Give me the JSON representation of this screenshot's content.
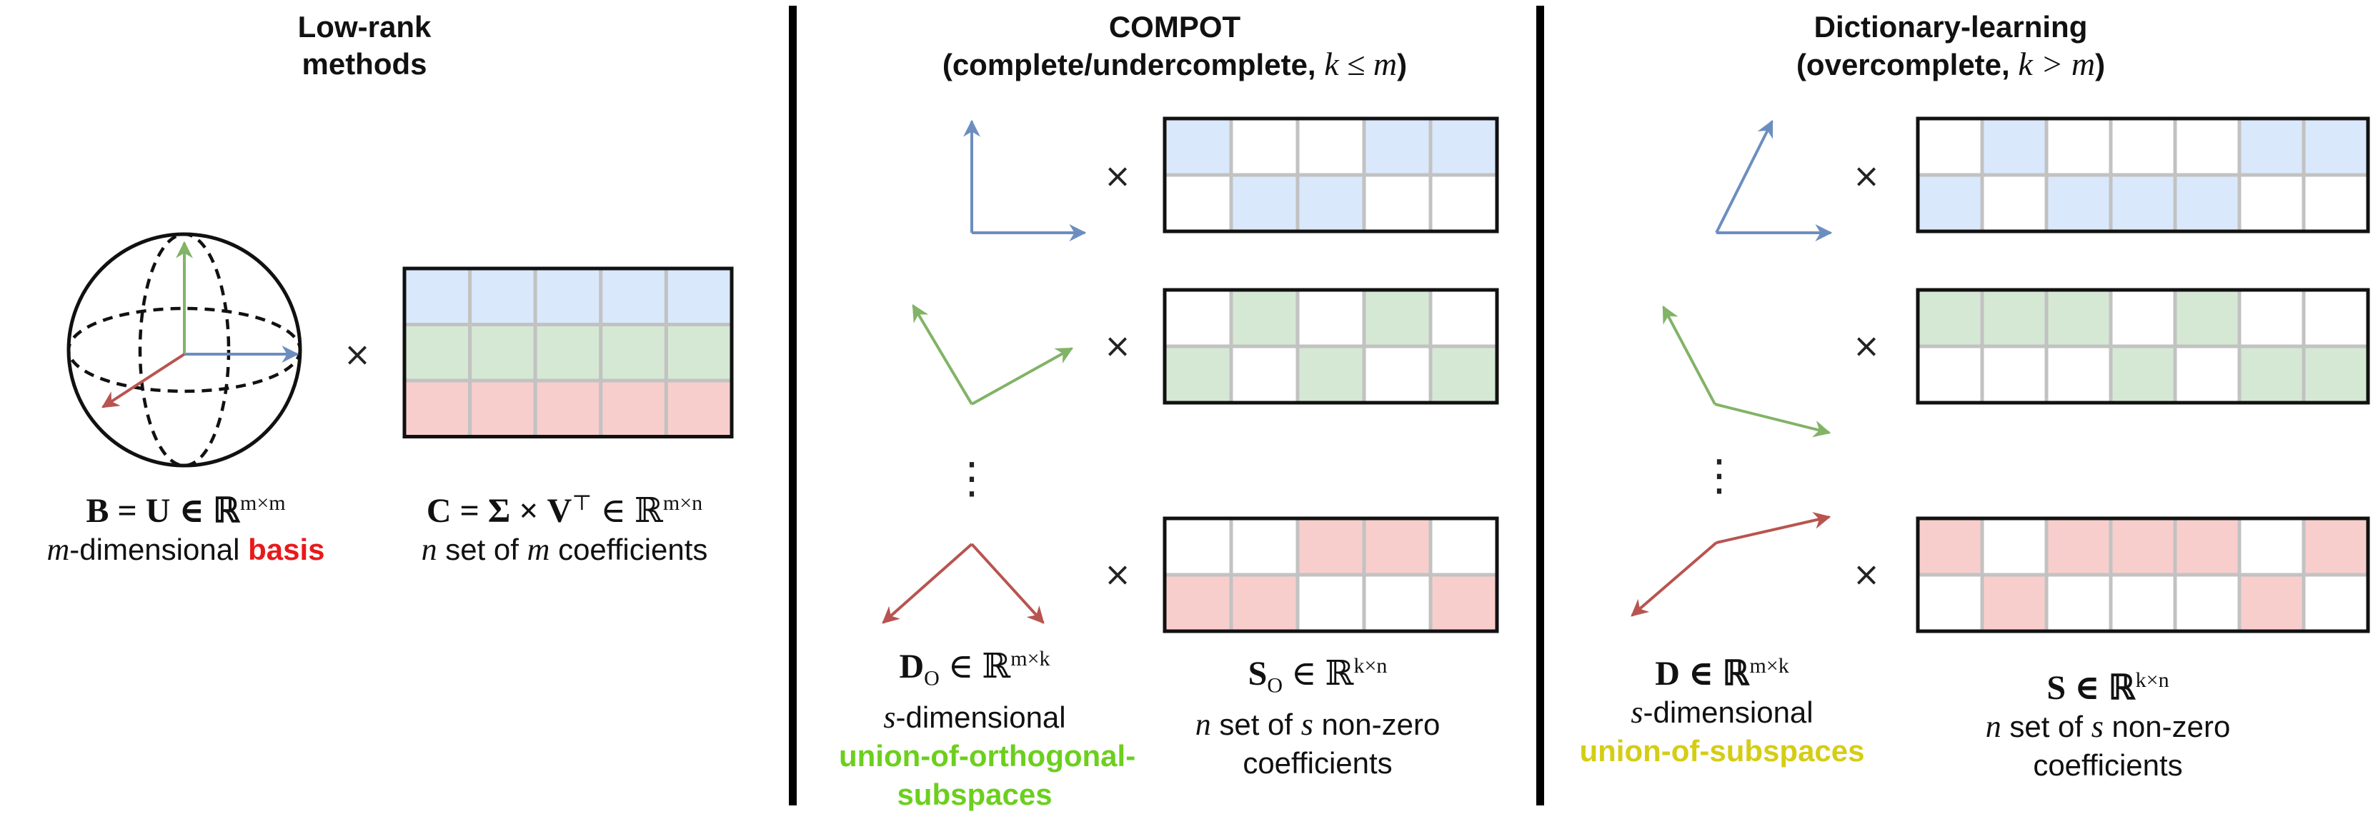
{
  "colors": {
    "blue": "#6c8ebf",
    "green": "#82b366",
    "red": "#b85450",
    "blue_fill": "#dae8fc",
    "green_fill": "#d5e8d4",
    "red_fill": "#f8cecc",
    "highlight_red": "#e8191c",
    "highlight_green": "#6ccf1e",
    "highlight_yellow": "#d5cd14"
  },
  "low_rank": {
    "title_line1": "Low-rank",
    "title_line2": "methods",
    "basis_math": "B = U ∈ ℝ",
    "basis_sup": "m×m",
    "basis_desc_var": "m",
    "basis_desc_text": "-dimensional ",
    "basis_desc_highlight": "basis",
    "coef_math": "C = Σ × V",
    "coef_transpose": "⊤",
    "coef_in": " ∈ ℝ",
    "coef_sup": "m×n",
    "coef_desc_n": "n",
    "coef_desc_mid": " set of ",
    "coef_desc_m": "m",
    "coef_desc_end": " coefficients",
    "times": "×"
  },
  "compot": {
    "title_line1": "COMPOT",
    "title_line2_pre": "(complete/undercomplete, ",
    "title_line2_math": "k ≤ m",
    "title_line2_post": ")",
    "dict_math": "D",
    "dict_sub": "O",
    "dict_in": " ∈ ℝ",
    "dict_sup": "m×k",
    "dict_desc_var": "s",
    "dict_desc_text": "-dimensional",
    "dict_highlight_line1": "union-of-orthogonal-",
    "dict_highlight_line2": "subspaces",
    "sparse_math": "S",
    "sparse_sub": "O",
    "sparse_in": " ∈ ℝ",
    "sparse_sup": "k×n",
    "sparse_desc_n": "n",
    "sparse_desc_mid": " set of ",
    "sparse_desc_s": "s",
    "sparse_desc_end": " non-zero",
    "sparse_desc_line2": "coefficients",
    "times": "×",
    "vdots": "⋮"
  },
  "dictionary": {
    "title_line1": "Dictionary-learning",
    "title_line2_pre": "(overcomplete, ",
    "title_line2_math": "k > m",
    "title_line2_post": ")",
    "dict_math": "D ∈ ℝ",
    "dict_sup": "m×k",
    "dict_desc_var": "s",
    "dict_desc_text": "-dimensional",
    "dict_highlight": "union-of-subspaces",
    "sparse_math": "S ∈ ℝ",
    "sparse_sup": "k×n",
    "sparse_desc_n": "n",
    "sparse_desc_mid": " set of ",
    "sparse_desc_s": "s",
    "sparse_desc_end": " non-zero",
    "sparse_desc_line2": "coefficients",
    "times": "×",
    "vdots": "⋮"
  },
  "matrices": {
    "compot_blue": [
      [
        1,
        0,
        0,
        1,
        1
      ],
      [
        0,
        1,
        1,
        0,
        0
      ]
    ],
    "compot_green": [
      [
        0,
        1,
        0,
        1,
        0
      ],
      [
        1,
        0,
        1,
        0,
        1
      ]
    ],
    "compot_red": [
      [
        0,
        0,
        1,
        1,
        0
      ],
      [
        1,
        1,
        0,
        0,
        1
      ]
    ],
    "dict_blue": [
      [
        0,
        1,
        0,
        0,
        0,
        1,
        1
      ],
      [
        1,
        0,
        1,
        1,
        1,
        0,
        0
      ]
    ],
    "dict_green": [
      [
        1,
        1,
        1,
        0,
        1,
        0,
        0
      ],
      [
        0,
        0,
        0,
        1,
        0,
        1,
        1
      ]
    ],
    "dict_red": [
      [
        1,
        0,
        1,
        1,
        1,
        0,
        1
      ],
      [
        0,
        1,
        0,
        0,
        0,
        1,
        0
      ]
    ]
  }
}
